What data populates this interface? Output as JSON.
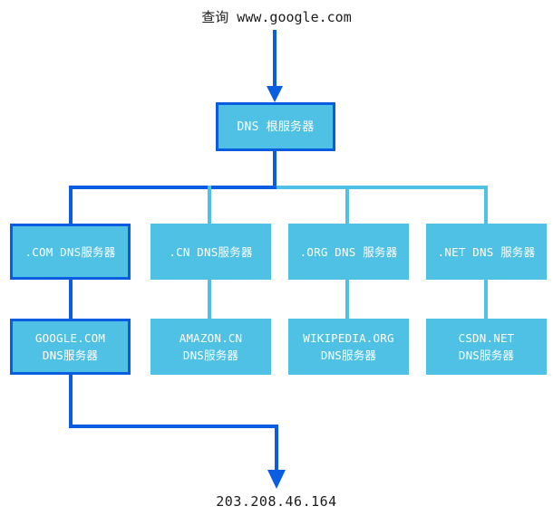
{
  "diagram": {
    "type": "tree",
    "title_text": "查询 www.google.com",
    "result_text": "203.208.46.164",
    "colors": {
      "node_fill": "#4fc1e4",
      "node_text": "#ffffff",
      "highlight_stroke": "#0a5ce0",
      "normal_stroke": "#4fc1e4",
      "background": "#ffffff",
      "caption_text": "#1b1b1b"
    },
    "query": {
      "label": "查询 www.google.com",
      "arrow": "arrow-down"
    },
    "root": {
      "label": "DNS 根服务器",
      "highlighted": true
    },
    "tld_row": [
      {
        "label": ".COM DNS服务器",
        "highlighted": true
      },
      {
        "label": ".CN DNS服务器",
        "highlighted": false
      },
      {
        "label": ".ORG DNS 服务器",
        "highlighted": false
      },
      {
        "label": ".NET DNS 服务器",
        "highlighted": false
      }
    ],
    "authoritative_row": [
      {
        "line1": "GOOGLE.COM",
        "line2": "DNS服务器",
        "highlighted": true
      },
      {
        "line1": "AMAZON.CN",
        "line2": "DNS服务器",
        "highlighted": false
      },
      {
        "line1": "WIKIPEDIA.ORG",
        "line2": "DNS服务器",
        "highlighted": false
      },
      {
        "line1": "CSDN.NET",
        "line2": "DNS服务器",
        "highlighted": false
      }
    ],
    "result": {
      "label": "203.208.46.164",
      "arrow": "arrow-down"
    }
  }
}
